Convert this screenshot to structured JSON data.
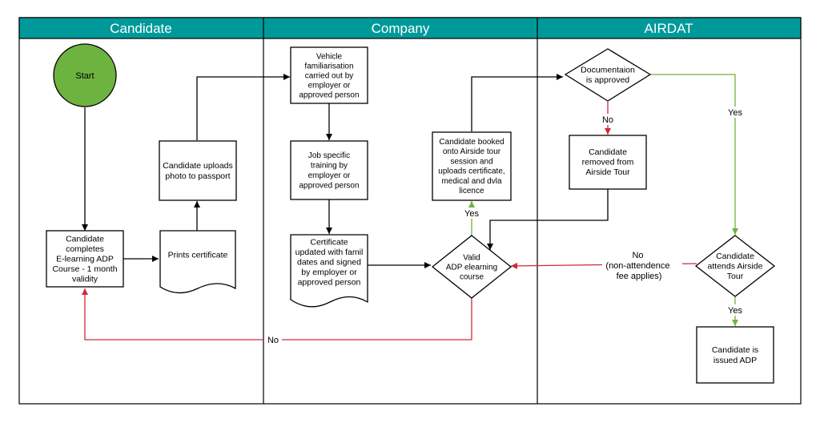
{
  "colors": {
    "header": "#00999a",
    "start_fill": "#6db33f",
    "arrow_black": "#000000",
    "arrow_green": "#6db33f",
    "arrow_red": "#d0283c"
  },
  "lanes": [
    {
      "id": "candidate",
      "title": "Candidate"
    },
    {
      "id": "company",
      "title": "Company"
    },
    {
      "id": "airdat",
      "title": "AIRDAT"
    }
  ],
  "nodes": {
    "start": {
      "lines": [
        "Start"
      ]
    },
    "completes_course": {
      "lines": [
        "Candidate",
        "completes",
        "E-learning ADP",
        "Course  - 1 month",
        "validity"
      ]
    },
    "prints_certificate": {
      "lines": [
        "Prints certificate"
      ]
    },
    "uploads_photo": {
      "lines": [
        "Candidate uploads",
        "photo to passport"
      ]
    },
    "vehicle_familiarisation": {
      "lines": [
        "Vehicle",
        "familiarisation",
        "carried out by",
        "employer or",
        "approved person"
      ]
    },
    "job_training": {
      "lines": [
        "Job specific",
        "training by",
        "employer or",
        "approved person"
      ]
    },
    "certificate_updated": {
      "lines": [
        "Certificate",
        "updated with famil",
        "dates and signed",
        "by employer or",
        "approved person"
      ]
    },
    "valid_elearning": {
      "lines": [
        "Valid",
        "ADP elearning",
        "course"
      ]
    },
    "booked_tour": {
      "lines": [
        "Candidate booked",
        "onto Airside tour",
        "session and",
        "uploads certificate,",
        "medical and dvla",
        "licence"
      ]
    },
    "documentation_approved": {
      "lines": [
        "Documentaion",
        "is approved"
      ]
    },
    "removed_from_tour": {
      "lines": [
        "Candidate",
        "removed from",
        "Airside Tour"
      ]
    },
    "attends_tour": {
      "lines": [
        "Candidate",
        "attends Airside",
        "Tour"
      ]
    },
    "issued_adp": {
      "lines": [
        "Candidate is",
        "issued ADP"
      ]
    }
  },
  "edge_labels": {
    "valid_yes": "Yes",
    "valid_no": "No",
    "doc_no": "No",
    "doc_yes": "Yes",
    "attends_no": [
      "No",
      "(non-attendence",
      "fee applies)"
    ],
    "attends_yes": "Yes"
  }
}
